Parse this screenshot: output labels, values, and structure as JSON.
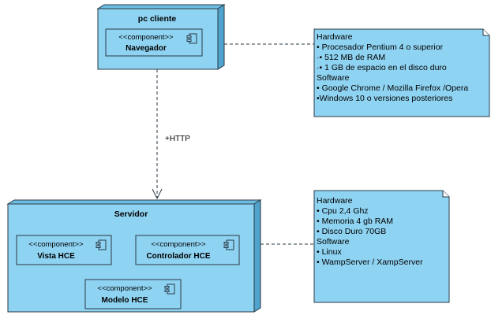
{
  "diagram": {
    "nodes": {
      "pc_cliente": {
        "title": "pc cliente",
        "component": {
          "stereotype": "<<component>>",
          "name": "Navegador"
        }
      },
      "servidor": {
        "title": "Servidor",
        "components": [
          {
            "stereotype": "<<component>>",
            "name": "Vista HCE"
          },
          {
            "stereotype": "<<component>>",
            "name": "Controlador HCE"
          },
          {
            "stereotype": "<<component>>",
            "name": "Modelo HCE"
          }
        ]
      }
    },
    "notes": {
      "client": [
        "Hardware",
        "• Procesador Pentium 4 o superior",
        "·• 512 MB de RAM",
        "·• 1 GB de espacio en el disco duro",
        "Software",
        "• Google Chrome / Mozilla Firefox /Opera",
        "•Windows 10 o versiones posteriores"
      ],
      "server": [
        "Hardware",
        "• Cpu 2,4 Ghz",
        "• Memoria 4 gb RAM",
        "• Disco Duro 70GB",
        "Software",
        "• Linux",
        "• WampServer / XampServer"
      ]
    },
    "connection": {
      "label": "+HTTP"
    },
    "colors": {
      "fill": "#8fd3f2",
      "fill_dark": "#4fa3cc",
      "stroke": "#2a3a46"
    }
  }
}
